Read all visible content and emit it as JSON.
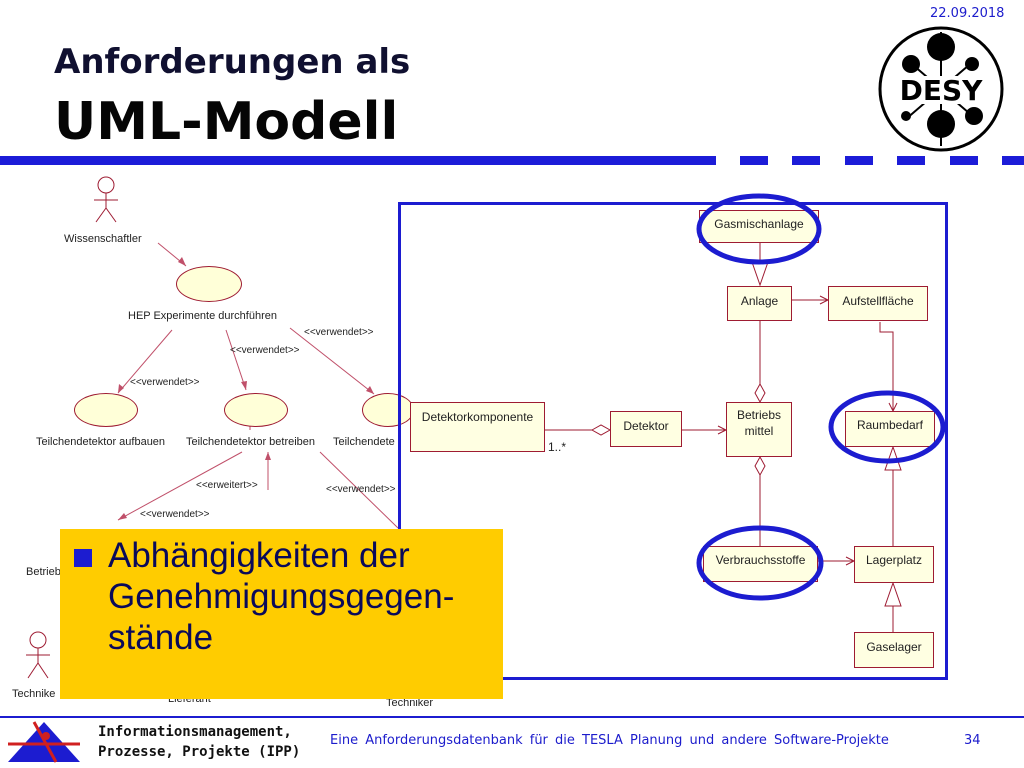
{
  "header": {
    "date": "22.09.2018",
    "title_line1": "Anforderungen als",
    "title_line2": "UML-Modell",
    "logo_text": "DESY"
  },
  "use_case_diagram": {
    "actors": [
      "Wissenschaftler",
      "Betrieb",
      "Technike",
      "Lieferant",
      "Techniker"
    ],
    "use_cases": [
      "HEP Experimente durchführen",
      "Teilchendetektor aufbauen",
      "Teilchendetektor betreiben",
      "Teilchendete"
    ],
    "stereotypes": [
      "<<verwendet>>",
      "<<verwendet>>",
      "<<verwendet>>",
      "<<erweitert>>",
      "<<verwendet>>",
      "<<verwendet>>"
    ]
  },
  "class_diagram": {
    "classes": {
      "gasmischanlage": "Gasmischanlage",
      "anlage": "Anlage",
      "aufstellflaeche": "Aufstellfläche",
      "detektorkomponente": "Detektorkomponente",
      "detektor": "Detektor",
      "betriebsmittel": "Betriebs\nmittel",
      "raumbedarf": "Raumbedarf",
      "verbrauchsstoffe": "Verbrauchsstoffe",
      "lagerplatz": "Lagerplatz",
      "gaselager": "Gaselager"
    },
    "multiplicity": "1..*"
  },
  "callout": {
    "text": "Abhängigkeiten der\nGenehmigungsgegen-\nstände"
  },
  "footer": {
    "org": "Informationsmanagement,\nProzesse, Projekte (IPP)",
    "center": "Eine Anforderungsdatenbank für die TESLA Planung und andere Software-Projekte",
    "page": "34"
  },
  "colors": {
    "accent_blue": "#1c1cd0",
    "callout_yellow": "#ffcc00",
    "class_fill": "#ffffe2",
    "class_border": "#9e1b32"
  }
}
